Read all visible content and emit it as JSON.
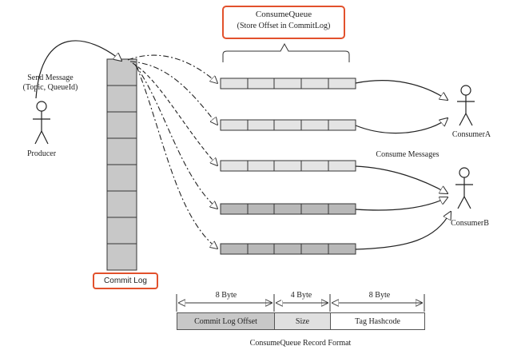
{
  "consume_queue": {
    "title": "ConsumeQueue",
    "subtitle": "(Store Offset in CommitLog)"
  },
  "producer": {
    "message_line1": "Send Message",
    "message_line2": "(Topic, QueueId)",
    "label": "Producer"
  },
  "commit_log": {
    "label": "Commit Log",
    "cells": 8
  },
  "consumers": {
    "a_label": "ConsumerA",
    "b_label": "ConsumerB",
    "consume_messages": "Consume Messages"
  },
  "record_format": {
    "caption": "ConsumeQueue Record Format",
    "fields": [
      {
        "size": "8 Byte",
        "name": "Commit Log Offset"
      },
      {
        "size": "4 Byte",
        "name": "Size"
      },
      {
        "size": "8 Byte",
        "name": "Tag Hashcode"
      }
    ]
  },
  "colors": {
    "highlight": "#e2512c",
    "cell_fill": "#c8c8c8",
    "queue_fill_light": "#e4e4e4",
    "queue_fill_dark": "#b8b8b8"
  }
}
